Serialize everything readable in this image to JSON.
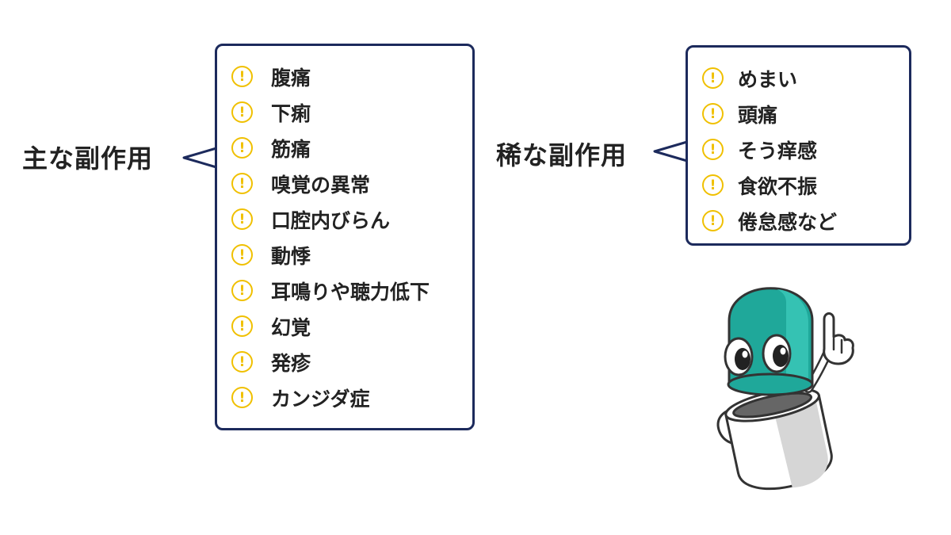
{
  "main_effects": {
    "heading": "主な副作用",
    "items": [
      {
        "label": "腹痛"
      },
      {
        "label": "下痢"
      },
      {
        "label": "筋痛"
      },
      {
        "label": "嗅覚の異常"
      },
      {
        "label": "口腔内びらん"
      },
      {
        "label": "動悸"
      },
      {
        "label": "耳鳴りや聴力低下"
      },
      {
        "label": "幻覚"
      },
      {
        "label": "発疹"
      },
      {
        "label": "カンジダ症"
      }
    ]
  },
  "rare_effects": {
    "heading": "稀な副作用",
    "items": [
      {
        "label": "めまい"
      },
      {
        "label": "頭痛"
      },
      {
        "label": "そう痒感"
      },
      {
        "label": "食欲不振"
      },
      {
        "label": "倦怠感など"
      }
    ]
  },
  "icons": {
    "list_marker": "exclamation-circle-icon",
    "mascot": "capsule-character"
  },
  "colors": {
    "bubble_border": "#1c2a5c",
    "warning_icon": "#f0c000",
    "capsule_top": "#1fa89a",
    "capsule_bottom": "#d6d6d6",
    "text": "#222222"
  }
}
